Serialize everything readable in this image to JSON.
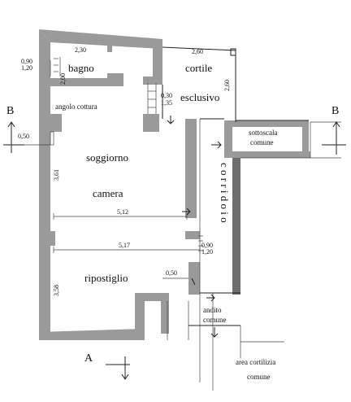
{
  "rooms": {
    "bagno": "bagno",
    "cortile": "cortile",
    "esclusivo": "esclusivo",
    "angolo_cottura": "angolo cottura",
    "soggiorno": "soggiorno",
    "camera": "camera",
    "ripostiglio": "ripostiglio",
    "sottoscala": "sottoscala",
    "sottoscala_comune": "comune",
    "corridoio": "c o r r i d o i o",
    "andito": "andito",
    "andito_comune": "comune",
    "area_cortilizia": "area cortilizia",
    "area_comune": "comune"
  },
  "dimensions": {
    "bagno_width": "2,30",
    "bagno_height": "2,00",
    "bagno_left_top": "0,90",
    "bagno_left_bottom": "1,20",
    "cortile_width": "2,60",
    "cortile_height": "2,60",
    "cottura_top": "0,30",
    "cottura_bottom": "1,35",
    "left_offset": "0,50",
    "soggiorno_height": "3,61",
    "soggiorno_width": "5,12",
    "ripostiglio_width": "5,17",
    "door_top": "0,90",
    "door_bottom": "1,20",
    "ripostiglio_door": "0,50",
    "ripostiglio_height": "3,58"
  },
  "section_marks": {
    "left_b": "B",
    "right_b": "B",
    "bottom_a": "A"
  }
}
